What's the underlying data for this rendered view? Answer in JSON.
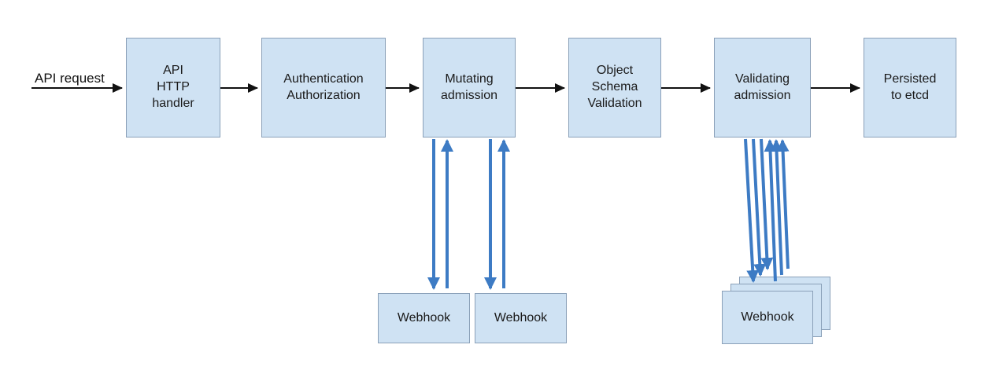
{
  "diagram": {
    "api_request_label": "API request",
    "nodes": [
      {
        "label": "API\nHTTP\nhandler"
      },
      {
        "label": "Authentication\nAuthorization"
      },
      {
        "label": "Mutating\nadmission"
      },
      {
        "label": "Object\nSchema\nValidation"
      },
      {
        "label": "Validating\nadmission"
      },
      {
        "label": "Persisted\nto etcd"
      }
    ],
    "webhooks": [
      {
        "label": "Webhook"
      },
      {
        "label": "Webhook"
      },
      {
        "label": "Webhook"
      }
    ],
    "colors": {
      "box_fill": "#cfe2f3",
      "box_border": "#8aa0b8",
      "flow_arrow": "#111111",
      "webhook_arrow": "#3d7bc4"
    }
  }
}
